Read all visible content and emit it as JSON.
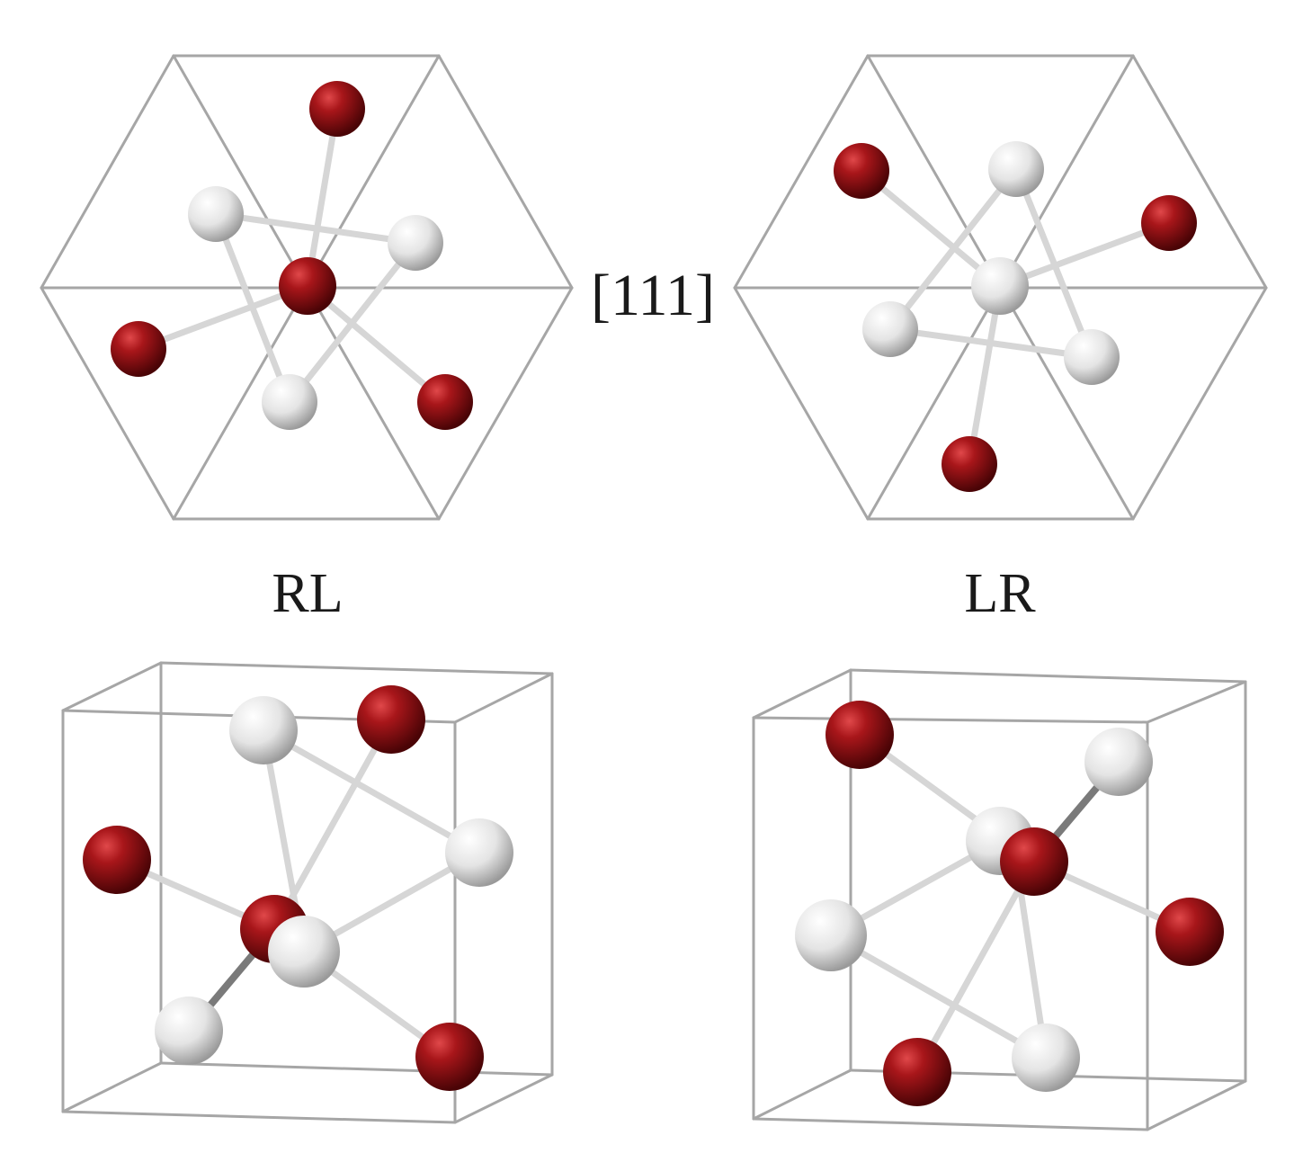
{
  "labels": {
    "axis": "[111]",
    "left": "RL",
    "right": "LR"
  },
  "colors": {
    "red_atom": "#9b0e12",
    "white_atom": "#e2e2e2",
    "frame": "#a6a6a6",
    "bond": "#d6d6d6"
  }
}
